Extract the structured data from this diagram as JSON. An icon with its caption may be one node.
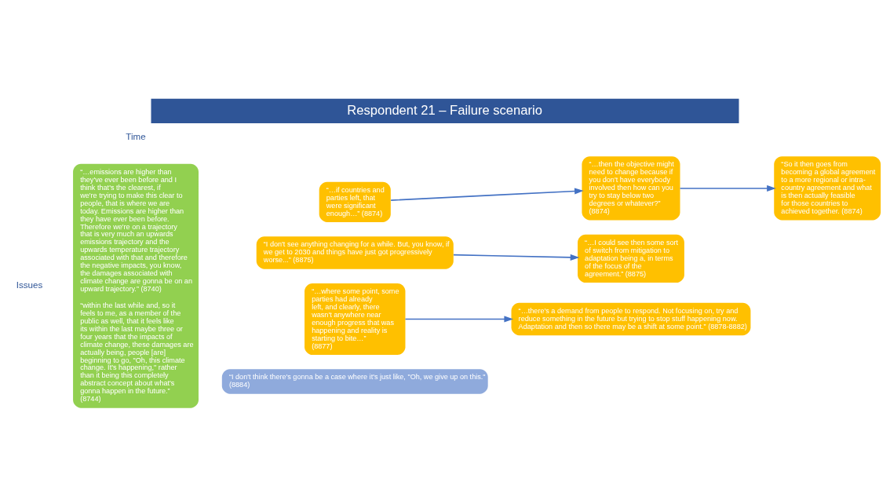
{
  "diagram": {
    "title": "Respondent 21 – Failure scenario",
    "nodes": [
      {
        "text": [
          "“…emissions are higher than they've ever been before and I think that's the clearest, if we're trying to make this clear to people, that is where we are today. Emissions are higher than they have ever been before. Therefore we're on a trajectory that is very much an upwards emissions trajectory and the upwards temperature trajectory associated with that and therefore the negative impacts, you know, the damages associated with climate change are gonna be on an upward trajectory.” (8740)",
          "“within the last while and, so it feels to me, as a member of the public as well, that it feels like its within the last maybe three or four years that the impacts of climate change, these damages are actually being, people [are] beginning to go, \"Oh, this climate change. It's happening,\" rather than it being this completely abstract concept about what's gonna happen in the future.” (8744)"
        ]
      },
      {
        "text": [
          "“…if countries and parties left, that were significant enough…” (8874)"
        ]
      },
      {
        "text": [
          "“…then the objective might need to change because if you don't have everybody involved then how can you try to stay below two degrees or whatever?” (8874)"
        ]
      },
      {
        "text": [
          "“So it then goes from becoming a global agreement to a more regional or intra-country agreement and what is then actually feasible for those countries to achieved together. (8874)"
        ]
      },
      {
        "text": [
          "“I don't see anything changing for a while. But, you know, if we get to 2030 and things have just got progressively worse...” (8875)"
        ]
      },
      {
        "text": [
          "“…I could see then some sort of switch from mitigation to adaptation being a, in terms of the focus of the agreement.” (8875)"
        ]
      },
      {
        "text": [
          "“…where some point, some parties had already left, and clearly, there wasn't anywhere near enough progress that was happening and reality is starting to bite…” (8877)"
        ]
      },
      {
        "text": [
          "“…there's a demand from people to respond. Not focusing on, try and reduce something in the future but trying to stop stuff happening now. Adaptation and then so there may be a shift at some point.” (8878-8882)"
        ]
      },
      {
        "text": [
          "“I don't think there's gonna be a case where it's just like, \"Oh, we give up on this.\" (8884)"
        ]
      }
    ],
    "edges": [
      {
        "from": 1,
        "to": 2,
        "arrow": "to"
      },
      {
        "from": 2,
        "to": 3,
        "arrow": "to"
      },
      {
        "from": 4,
        "to": 5,
        "arrow": "to"
      },
      {
        "from": 6,
        "to": 7,
        "arrow": "to"
      }
    ],
    "labels": [
      "Issues",
      "Time"
    ]
  }
}
